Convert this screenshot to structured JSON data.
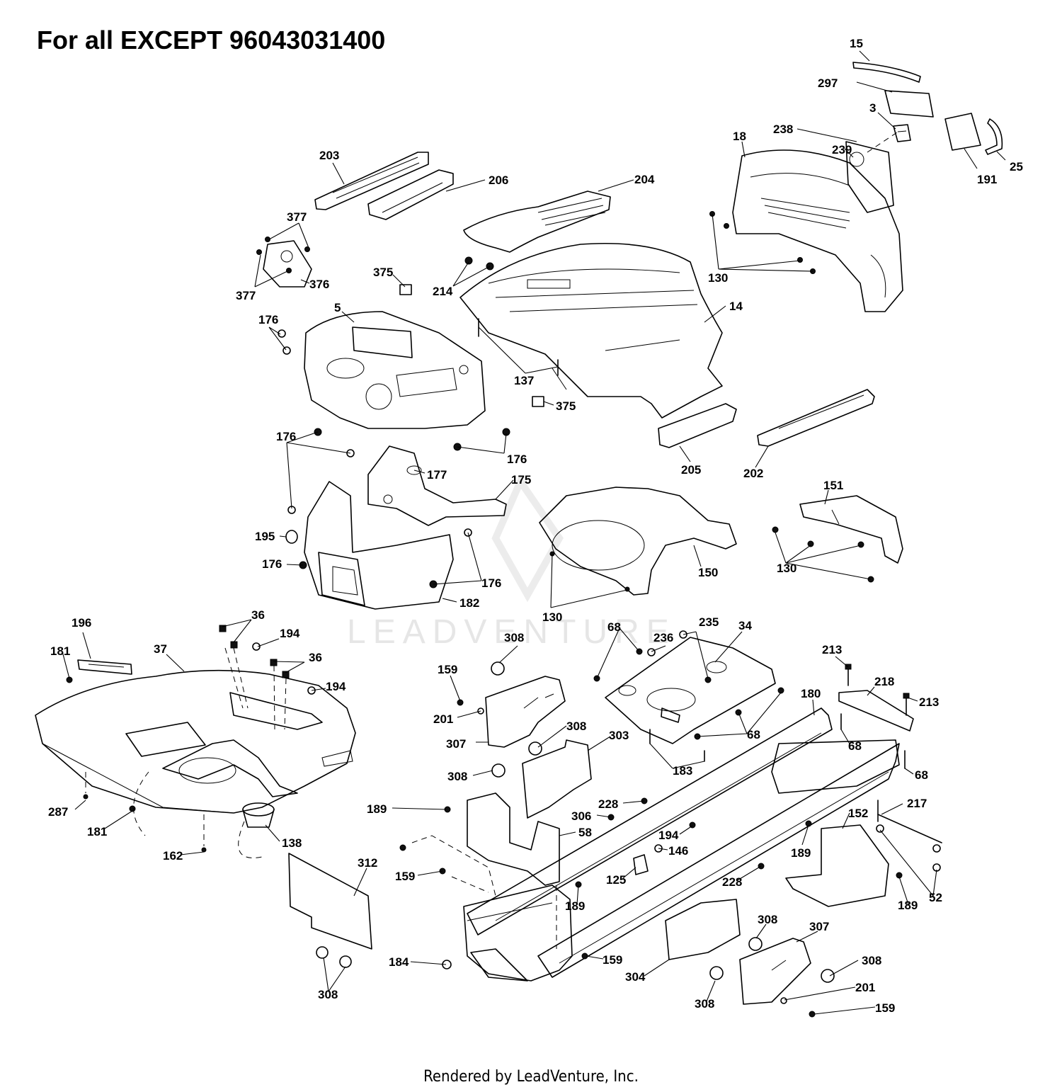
{
  "header": {
    "title": "For all EXCEPT 96043031400"
  },
  "footer": {
    "credit": "Rendered by LeadVenture, Inc."
  },
  "watermark": {
    "text": "LEADVENTURE"
  },
  "callouts": [
    {
      "id": "c15",
      "text": "15"
    },
    {
      "id": "c297",
      "text": "297"
    },
    {
      "id": "c3",
      "text": "3"
    },
    {
      "id": "c238",
      "text": "238"
    },
    {
      "id": "c18",
      "text": "18"
    },
    {
      "id": "c239",
      "text": "239"
    },
    {
      "id": "c191",
      "text": "191"
    },
    {
      "id": "c25",
      "text": "25"
    },
    {
      "id": "c203",
      "text": "203"
    },
    {
      "id": "c206",
      "text": "206"
    },
    {
      "id": "c204",
      "text": "204"
    },
    {
      "id": "c377a",
      "text": "377"
    },
    {
      "id": "c377b",
      "text": "377"
    },
    {
      "id": "c376",
      "text": "376"
    },
    {
      "id": "c375a",
      "text": "375"
    },
    {
      "id": "c214",
      "text": "214"
    },
    {
      "id": "c130a",
      "text": "130"
    },
    {
      "id": "c14",
      "text": "14"
    },
    {
      "id": "c5",
      "text": "5"
    },
    {
      "id": "c176a",
      "text": "176"
    },
    {
      "id": "c137",
      "text": "137"
    },
    {
      "id": "c375b",
      "text": "375"
    },
    {
      "id": "c176b",
      "text": "176"
    },
    {
      "id": "c176c",
      "text": "176"
    },
    {
      "id": "c205",
      "text": "205"
    },
    {
      "id": "c202",
      "text": "202"
    },
    {
      "id": "c177",
      "text": "177"
    },
    {
      "id": "c175",
      "text": "175"
    },
    {
      "id": "c151",
      "text": "151"
    },
    {
      "id": "c195",
      "text": "195"
    },
    {
      "id": "c176d",
      "text": "176"
    },
    {
      "id": "c176e",
      "text": "176"
    },
    {
      "id": "c150",
      "text": "150"
    },
    {
      "id": "c130b",
      "text": "130"
    },
    {
      "id": "c182",
      "text": "182"
    },
    {
      "id": "c130c",
      "text": "130"
    },
    {
      "id": "c196",
      "text": "196"
    },
    {
      "id": "c36a",
      "text": "36"
    },
    {
      "id": "c68a",
      "text": "68"
    },
    {
      "id": "c235",
      "text": "235"
    },
    {
      "id": "c34",
      "text": "34"
    },
    {
      "id": "c181a",
      "text": "181"
    },
    {
      "id": "c37",
      "text": "37"
    },
    {
      "id": "c194a",
      "text": "194"
    },
    {
      "id": "c308a",
      "text": "308"
    },
    {
      "id": "c236",
      "text": "236"
    },
    {
      "id": "c36b",
      "text": "36"
    },
    {
      "id": "c213a",
      "text": "213"
    },
    {
      "id": "c159a",
      "text": "159"
    },
    {
      "id": "c194b",
      "text": "194"
    },
    {
      "id": "c218",
      "text": "218"
    },
    {
      "id": "c180",
      "text": "180"
    },
    {
      "id": "c213b",
      "text": "213"
    },
    {
      "id": "c201a",
      "text": "201"
    },
    {
      "id": "c308b",
      "text": "308"
    },
    {
      "id": "c303",
      "text": "303"
    },
    {
      "id": "c68b",
      "text": "68"
    },
    {
      "id": "c307a",
      "text": "307"
    },
    {
      "id": "c68c",
      "text": "68"
    },
    {
      "id": "c183",
      "text": "183"
    },
    {
      "id": "c308c",
      "text": "308"
    },
    {
      "id": "c68d",
      "text": "68"
    },
    {
      "id": "c287",
      "text": "287"
    },
    {
      "id": "c189a",
      "text": "189"
    },
    {
      "id": "c228a",
      "text": "228"
    },
    {
      "id": "c217",
      "text": "217"
    },
    {
      "id": "c181b",
      "text": "181"
    },
    {
      "id": "c306",
      "text": "306"
    },
    {
      "id": "c152",
      "text": "152"
    },
    {
      "id": "c58",
      "text": "58"
    },
    {
      "id": "c194c",
      "text": "194"
    },
    {
      "id": "c138",
      "text": "138"
    },
    {
      "id": "c146",
      "text": "146"
    },
    {
      "id": "c189b",
      "text": "189"
    },
    {
      "id": "c162",
      "text": "162"
    },
    {
      "id": "c312",
      "text": "312"
    },
    {
      "id": "c125",
      "text": "125"
    },
    {
      "id": "c228b",
      "text": "228"
    },
    {
      "id": "c159b",
      "text": "159"
    },
    {
      "id": "c189c",
      "text": "189"
    },
    {
      "id": "c189d",
      "text": "189"
    },
    {
      "id": "c52",
      "text": "52"
    },
    {
      "id": "c308d",
      "text": "308"
    },
    {
      "id": "c307b",
      "text": "307"
    },
    {
      "id": "c184",
      "text": "184"
    },
    {
      "id": "c159c",
      "text": "159"
    },
    {
      "id": "c308e",
      "text": "308"
    },
    {
      "id": "c304",
      "text": "304"
    },
    {
      "id": "c201b",
      "text": "201"
    },
    {
      "id": "c308f",
      "text": "308"
    },
    {
      "id": "c308g",
      "text": "308"
    },
    {
      "id": "c159d",
      "text": "159"
    }
  ]
}
